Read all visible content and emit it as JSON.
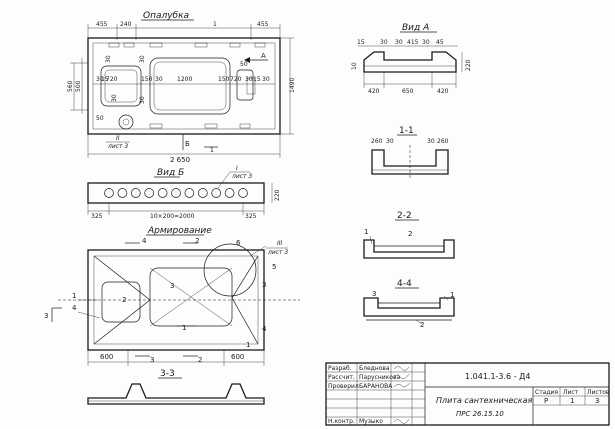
{
  "views": {
    "opalubka": {
      "title": "Опалубка",
      "dims_top": [
        "455",
        "240",
        "1",
        "455"
      ],
      "dims_inner": [
        "30",
        "15",
        "720",
        "150",
        "30",
        "1200",
        "150",
        "720",
        "30",
        "15",
        "30"
      ],
      "dims_vert": [
        "560",
        "500",
        "1490",
        "30",
        "30",
        "30",
        "30",
        "50",
        "50"
      ],
      "overall": "2 650",
      "section_a": "А",
      "section_b": "Б",
      "sheet_ref_num": "II",
      "sheet_ref": "лист 3",
      "mark_1": "1"
    },
    "vid_a": {
      "title": "Вид А",
      "dims": [
        "15",
        "30",
        "30",
        "415",
        "30",
        "45",
        "220",
        "10",
        "420",
        "650",
        "420"
      ]
    },
    "sec_1_1": {
      "title": "1-1",
      "dims": [
        "260",
        "30",
        "30",
        "260"
      ]
    },
    "vid_b": {
      "title": "Вид Б",
      "dims": [
        "325",
        "10×200=2000",
        "325",
        "220"
      ],
      "sheet_ref_num": "I",
      "sheet_ref": "лист 3"
    },
    "armirovanie": {
      "title": "Армирование",
      "labels": [
        "4",
        "2",
        "6",
        "III",
        "лист 3",
        "5",
        "3",
        "1",
        "2",
        "3",
        "4",
        "1",
        "2",
        "2",
        "3",
        "4",
        "1"
      ],
      "dims_bottom": [
        "600",
        "600"
      ],
      "cut_3": "3"
    },
    "sec_2_2": {
      "title": "2-2",
      "labels": [
        "1",
        "2"
      ]
    },
    "sec_4_4": {
      "title": "4-4",
      "labels": [
        "3",
        "1",
        "2"
      ]
    },
    "sec_3_3": {
      "title": "3-3"
    }
  },
  "title_block": {
    "doc_code": "1.041.1-3.6 - Д4",
    "name_line1": "Плита сантехническая",
    "name_line2": "ПРС 26.15.10",
    "roles": [
      "Разраб.",
      "Рассчит.",
      "Проверил",
      "",
      "",
      "",
      "Н.контр."
    ],
    "names": [
      "Бледнова",
      "Парусникова",
      "БАРАНОВА",
      "",
      "",
      "",
      "Музыко"
    ],
    "stage_header": [
      "Стадия",
      "Лист",
      "Листов"
    ],
    "stage_values": [
      "Р",
      "1",
      "3"
    ]
  }
}
